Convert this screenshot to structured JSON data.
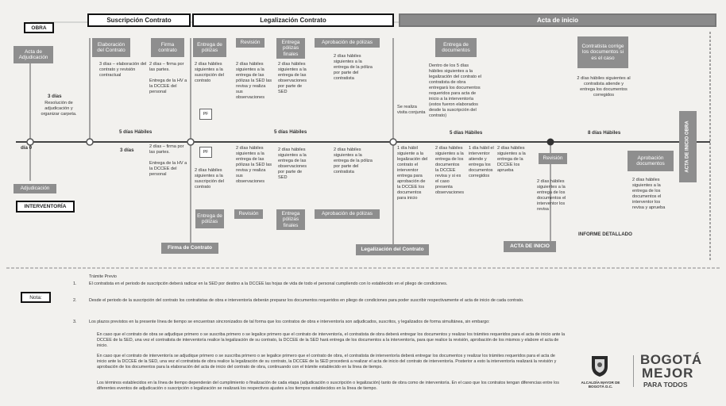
{
  "header": {
    "suscripcion": "Suscripción Contrato",
    "legalizacion": "Legalización Contrato",
    "acta_inicio": "Acta de inicio"
  },
  "labels": {
    "obra": "OBRA",
    "interventoria": "INTERVENTORÍA",
    "nota": "Nota:"
  },
  "obra_stages": [
    "Acta de Adjudicación",
    "Elaboración del Contrato",
    "Firma contrato",
    "Entrega de pólizas",
    "Revisión",
    "Entrega pólizas finales",
    "Aprobación de pólizas",
    "Entrega de documentos",
    "Contratista corrige los documentos si es el caso"
  ],
  "interv_stages": [
    "Adjudicación",
    "Entrega de pólizas",
    "Revisión",
    "Entrega pólizas finales",
    "Aprobación de pólizas",
    "Revisión",
    "Aprobación documentos"
  ],
  "milestones": {
    "firma": "Firma de Contrato",
    "legalizacion": "Legalización del Contrato",
    "acta_inicio": "ACTA DE INICIO",
    "informe": "INFORME DETALLADO",
    "vertical": "ACTA DE INICIO OBRA",
    "pf": "PF"
  },
  "durations": {
    "d0": "día 0",
    "d1": "5 días Hábiles",
    "d2": "3 días",
    "d3": "5 días Hábiles",
    "d4": "5 días Hábiles",
    "d5": "8 días Hábiles",
    "label_3dias": "3 días",
    "label_resol": "Resolución de adjudicación y organizar carpeta.",
    "ddd": "1 día"
  },
  "obra_text": {
    "t1": "3 días – elaboración del contrato y revisión contractual",
    "t2": "2 días – firma por las partes.\n\nEntrega de la HV a la DCCEE del personal",
    "t3": "2 días hábiles siguientes a la suscripción del contrato",
    "t4": "2 días hábiles siguientes a la entrega de las pólizas la SED las revisa y realiza sus observaciones",
    "t5": "2 días hábiles siguientes a la entrega de las observaciones por parte de SED",
    "t6": "2 días hábiles siguientes a la entrega de la póliza por parte del contratista",
    "t7": "Dentro de los 5 días hábiles siguientes a la legalización del contrato el contratista de obra entregará los documentos requeridos para acta de inicio a la interventoría (estos fueron elaborados desde la suscripción del contrato)",
    "t8": "2 días hábiles siguientes al contratista atiende y entrega los documentos corregidos",
    "t9": "Se realiza visita conjunta"
  },
  "interv_text": {
    "t1": "2 días – firma por las partes.\n\nEntrega de la HV a la DCCEE del personal",
    "t2": "2 días hábiles siguientes a la suscripción del contrato",
    "t3": "2 días hábiles siguientes a la entrega de las pólizas la SED las revisa y realiza sus observaciones",
    "t4": "2 días hábiles siguientes a la entrega de las observaciones por parte de SED",
    "t5": "2 días hábiles siguientes a la entrega de la póliza por parte del contratista",
    "t6": "1 día hábil siguiente a la legalización del contrato el interventor entrega para aprobación de la DCCEE los documentos para inicio",
    "t7": "2 días hábiles siguientes a la entrega de los documentos la DCCEE revisa y si es el caso presenta observaciones",
    "t8": "1 día hábil el interventor atiende y entrega los documentos corregidos",
    "t9": "2 días hábiles siguientes a la entrega de la DCCEE los aprueba",
    "t10": "2 días hábiles siguientes a la entrega de los documentos el interventor los revisa",
    "t11": "2 días hábiles siguientes a la entrega de los documentos el interventor los revisa y aprueba"
  },
  "notes": {
    "tramite": "Trámite Previo",
    "n1": "El contratista en el periodo de suscripción deberá radicar en la SED por destino a la DCCEE las hojas de vida de todo el personal cumpliendo con lo establecido en el pliego de condiciones.",
    "n2": "Desde el periodo de la suscripción del contrato los contratistas de obra e interventoría deberán preparar los documentos requeridos en pliego de condiciones para poder suscribir respectivamente el acta de inicio de cada contrato.",
    "n3": "Los plazos previstos en la presente línea de tiempo se encuentran sincronizados de tal forma que los contratos de obra e interventoría son adjudicados, suscritos, y legalizados de forma simultánea, sin embargo:",
    "b1": "En caso que el contrato de obra se adjudique primero o se suscriba primero o se legalice primero que el contrato de interventoría, el contratista de obra deberá entregar los documentos y realizar los trámites requeridos para el acta de inicio ante la DCCEE de la SED, una vez el contratista de interventoría realice la legalización de su contrato, la DCCEE de la SED hará entrega de los documentos a la interventoría, para que realice la revisión, aprobación de los mismos y elabore el acta de inicio.",
    "b2": "En caso que el contrato de interventoría se adjudique primero o se suscriba primero o se legalice primero que el contrato de obra, el contratista de interventoría deberá entregar los documentos y realizar los trámites requeridos para el acta de inicio ante la DCCEE de la SED, una vez el contratista de obra realice la legalización de su contrato, la DCCEE de la SED procederá a realizar el acta de inicio del contrato de interventoría. Posterior a esto la interventoría realizará la revisión y aprobación de los documentos para la elaboración del acta de inicio del contrato de obra, continuando con el trámite establecido en la línea de tiempo.",
    "b3": "Los términos establecidos en la línea de tiempo dependerán del cumplimiento o finalización de cada etapa (adjudicación o suscripción o legalización) tanto de obra como de interventoría. En el caso que los contratos tengan diferencias entre los diferentes eventos de adjudicación o suscripción o legalización se realizará los respectivos ajustes a los tiempos establecidos en la línea de tiempo."
  },
  "logos": {
    "alcaldia": "ALCALDÍA MAYOR DE BOGOTÁ D.C.",
    "bogota": "BOGOTÁ",
    "mejor": "MEJOR",
    "para_todos": "PARA TODOS"
  }
}
